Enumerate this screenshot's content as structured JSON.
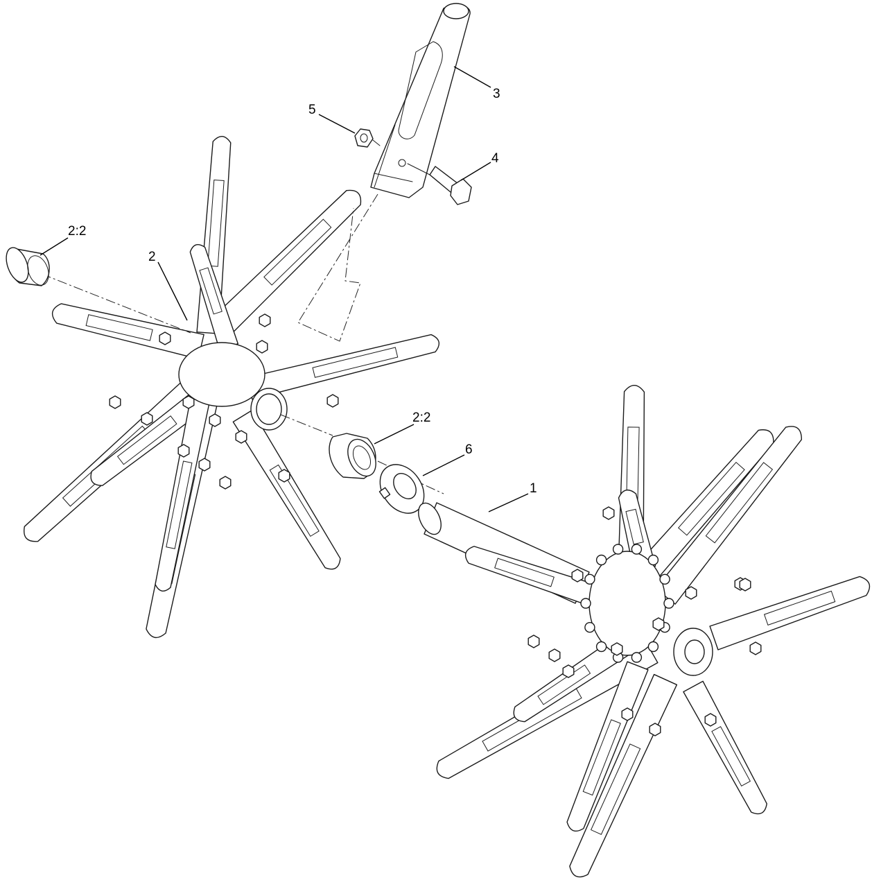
{
  "callouts": {
    "item_1": "1",
    "item_2": "2",
    "item_2_2_left": "2:2",
    "item_2_2_center": "2:2",
    "item_3": "3",
    "item_4": "4",
    "item_5": "5",
    "item_6": "6"
  },
  "colors": {
    "line": "#1a1a1a",
    "background": "#ffffff"
  }
}
